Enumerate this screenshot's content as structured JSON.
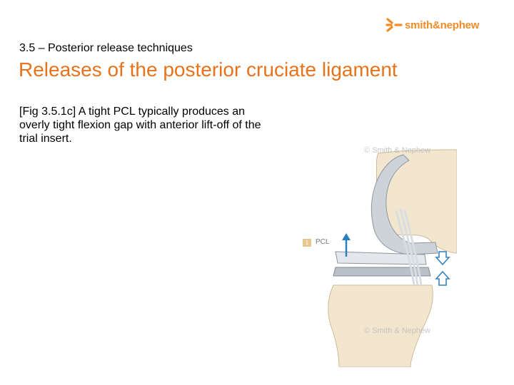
{
  "logo": {
    "text": "smith&nephew",
    "color": "#f28c28"
  },
  "slide": {
    "subtitle": "3.5 – Posterior release techniques",
    "title": "Releases of the posterior cruciate ligament",
    "caption": "[Fig 3.5.1c] A tight PCL typically produces an overly tight flexion gap with anterior lift-off of the trial insert.",
    "title_color": "#e8731a"
  },
  "figure": {
    "badge_number": "1",
    "label": "PCL",
    "watermark_top": "© Smith & Nephew",
    "watermark_bottom": "© Smith & Nephew",
    "arrow_color": "#2a7fc1",
    "bone_color": "#f2e6cf"
  }
}
